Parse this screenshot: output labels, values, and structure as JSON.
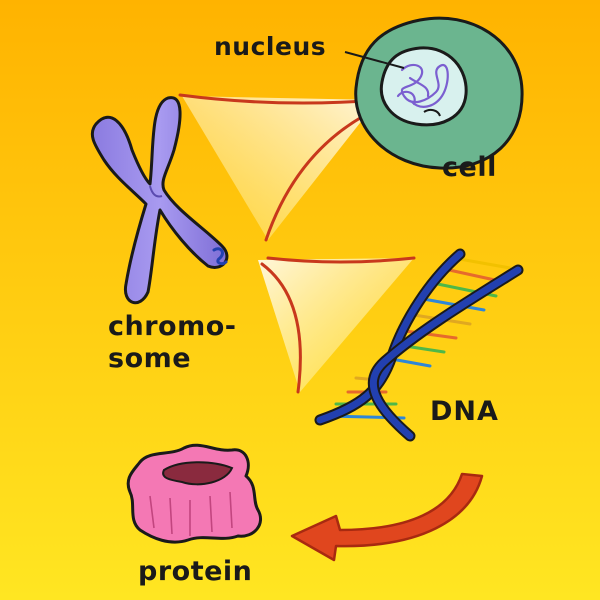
{
  "colors": {
    "background_top": "#FFB800",
    "background_bottom": "#FFE21A",
    "cell": "#6BB58F",
    "nucleus": "#D8F1EE",
    "chromosome": "#9A8CE8",
    "dna_backbone": "#1F3FA8",
    "arrow": "#E0461E",
    "protein": "#F478B4"
  },
  "labels": {
    "nucleus": "nucleus",
    "cell": "cell",
    "chromosome_line1": "chromo-",
    "chromosome_line2": "some",
    "dna": "DNA",
    "protein": "protein"
  },
  "icons": [
    "cell-icon",
    "nucleus-icon",
    "chromosome-icon",
    "dna-helix-icon",
    "protein-icon",
    "curved-arrow-icon"
  ]
}
